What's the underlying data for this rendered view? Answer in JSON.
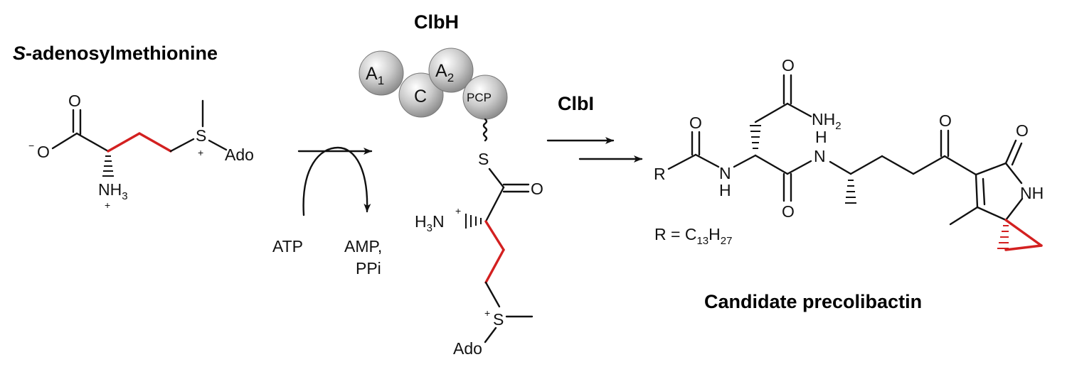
{
  "sam": {
    "title_italic": "S",
    "title_rest": "-adenosylmethionine",
    "o_top": "O",
    "o_left": "O",
    "neg_charge": "−",
    "nh3_n": "NH",
    "nh3_sub": "3",
    "nh3_charge": "+",
    "s_atom": "S",
    "s_charge": "+",
    "ado": "Ado"
  },
  "atp_step": {
    "atp": "ATP",
    "amp": "AMP,",
    "ppi": "PPi"
  },
  "clbh": {
    "title": "ClbH",
    "domain_a1": "A",
    "domain_a1_sub": "1",
    "domain_c": "C",
    "domain_a2": "A",
    "domain_a2_sub": "2",
    "domain_pcp": "PCP",
    "thioester_s": "S",
    "carbonyl_o": "O",
    "h3n_h": "H",
    "h3n_sub": "3",
    "h3n_n": "N",
    "h3n_charge": "+",
    "sulfonium_s": "S",
    "sulfonium_charge": "+",
    "ado": "Ado"
  },
  "clbi": {
    "title": "ClbI"
  },
  "precolibactin": {
    "title": "Candidate precolibactin",
    "r_group": "R",
    "r_def_prefix": "R = C",
    "r_def_sub1": "13",
    "r_def_h": "H",
    "r_def_sub2": "27",
    "o_acyl": "O",
    "nh_left_n": "N",
    "nh_left_h": "H",
    "o_amide_bottom": "O",
    "o_side_top": "O",
    "nh2_n": "NH",
    "nh2_sub": "2",
    "nh_mid_h": "H",
    "nh_mid_n": "N",
    "o_ketone": "O",
    "o_lactam": "O",
    "nh_ring": "NH"
  },
  "colors": {
    "highlight": "#d32020",
    "domain_fill": "#c8c8c8"
  }
}
